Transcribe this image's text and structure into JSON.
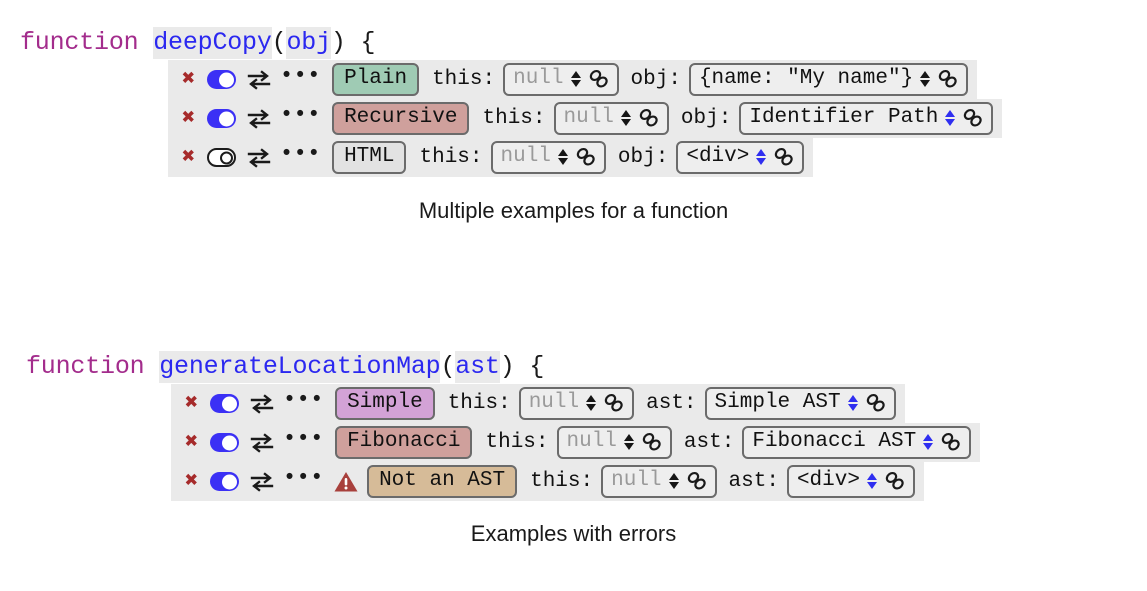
{
  "blocks": [
    {
      "signature": {
        "keyword": "function",
        "name": "deepCopy",
        "open_paren": "(",
        "param": "obj",
        "close_paren": ")",
        "brace": " {"
      },
      "caption": "Multiple examples for a function",
      "rows": [
        {
          "close_icon": "close-icon",
          "toggle_state": "on",
          "swap_icon": "swap-icon",
          "more_icon": "more-icon",
          "warning": false,
          "pill_label": "Plain",
          "pill_color": "#9fcbb4",
          "args": [
            {
              "label": "this:",
              "value": "null",
              "placeholder": true,
              "spinner_color": "black"
            },
            {
              "label": "obj:",
              "value": "{name: \"My name\"}",
              "placeholder": false,
              "spinner_color": "black"
            }
          ]
        },
        {
          "close_icon": "close-icon",
          "toggle_state": "on",
          "swap_icon": "swap-icon",
          "more_icon": "more-icon",
          "warning": false,
          "pill_label": "Recursive",
          "pill_color": "#cfa09c",
          "args": [
            {
              "label": "this:",
              "value": "null",
              "placeholder": true,
              "spinner_color": "black"
            },
            {
              "label": "obj:",
              "value": "Identifier Path",
              "placeholder": false,
              "spinner_color": "blue"
            }
          ]
        },
        {
          "close_icon": "close-icon",
          "toggle_state": "off",
          "swap_icon": "swap-icon",
          "more_icon": "more-icon",
          "warning": false,
          "pill_label": "HTML",
          "pill_color": "#e2e2e2",
          "args": [
            {
              "label": "this:",
              "value": "null",
              "placeholder": true,
              "spinner_color": "black"
            },
            {
              "label": "obj:",
              "value": "<div>",
              "placeholder": false,
              "spinner_color": "blue"
            }
          ]
        }
      ]
    },
    {
      "signature": {
        "keyword": "function",
        "name": "generateLocationMap",
        "open_paren": "(",
        "param": "ast",
        "close_paren": ")",
        "brace": " {"
      },
      "caption": "Examples with errors",
      "rows": [
        {
          "close_icon": "close-icon",
          "toggle_state": "on",
          "swap_icon": "swap-icon",
          "more_icon": "more-icon",
          "warning": false,
          "pill_label": "Simple",
          "pill_color": "#d3a2d6",
          "args": [
            {
              "label": "this:",
              "value": "null",
              "placeholder": true,
              "spinner_color": "black"
            },
            {
              "label": "ast:",
              "value": "Simple AST",
              "placeholder": false,
              "spinner_color": "blue"
            }
          ]
        },
        {
          "close_icon": "close-icon",
          "toggle_state": "on",
          "swap_icon": "swap-icon",
          "more_icon": "more-icon",
          "warning": false,
          "pill_label": "Fibonacci",
          "pill_color": "#cfa09c",
          "args": [
            {
              "label": "this:",
              "value": "null",
              "placeholder": true,
              "spinner_color": "black"
            },
            {
              "label": "ast:",
              "value": "Fibonacci AST",
              "placeholder": false,
              "spinner_color": "blue"
            }
          ]
        },
        {
          "close_icon": "close-icon",
          "toggle_state": "on",
          "swap_icon": "swap-icon",
          "more_icon": "more-icon",
          "warning": true,
          "warning_icon": "warning-triangle-icon",
          "pill_label": "Not an AST",
          "pill_color": "#d6bb98",
          "args": [
            {
              "label": "this:",
              "value": "null",
              "placeholder": true,
              "spinner_color": "black"
            },
            {
              "label": "ast:",
              "value": "<div>",
              "placeholder": false,
              "spinner_color": "blue"
            }
          ]
        }
      ]
    }
  ],
  "colors": {
    "keyword": "#a32c8c",
    "identifier": "#2b28f0",
    "row_background": "#eaeaea",
    "close_icon": "#a62b2b",
    "toggle_on": "#3b30f5",
    "warning": "#a8403c",
    "spinner_blue": "#2f2ef0",
    "placeholder_text": "#9a9a9a"
  },
  "icons": {
    "close": "✖",
    "more": "•••",
    "swap": "⇄",
    "link": "chain-link",
    "warning": "⚠"
  }
}
